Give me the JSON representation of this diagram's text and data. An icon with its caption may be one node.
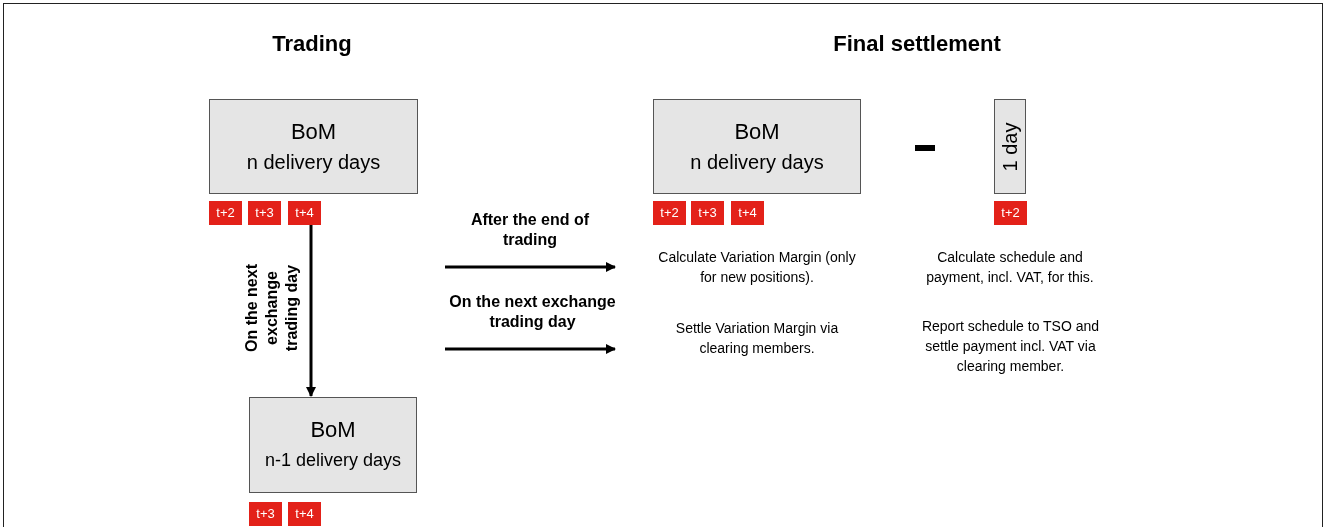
{
  "diagram": {
    "nodes": [
      {
        "text": [
          "BoM",
          "n delivery days"
        ]
      },
      {
        "text": [
          "t+2"
        ]
      },
      {
        "text": [
          "t+3"
        ]
      },
      {
        "text": [
          "t+4"
        ]
      },
      {
        "text": [
          "BoM",
          "n-1 delivery days"
        ]
      },
      {
        "text": [
          "t+3"
        ]
      },
      {
        "text": [
          "t+4"
        ]
      },
      {
        "text": [
          "BoM",
          "n delivery days"
        ]
      },
      {
        "text": [
          "t+2"
        ]
      },
      {
        "text": [
          "t+3"
        ]
      },
      {
        "text": [
          "t+4"
        ]
      },
      {
        "text": [
          "1 day"
        ]
      },
      {
        "text": [
          "t+2"
        ]
      },
      {
        "text": [
          "Calculate Variation Margin (only for new positions)."
        ]
      },
      {
        "text": [
          "Calculate schedule and payment, incl. VAT, for this."
        ]
      },
      {
        "text": [
          "Settle Variation Margin via clearing members."
        ]
      },
      {
        "text": [
          "Report schedule to TSO and settle payment incl. VAT via clearing member."
        ]
      }
    ],
    "edges": [
      {
        "from": 3,
        "to": 4,
        "arrow": "to",
        "label": "On the next exchange trading day"
      },
      {
        "from": null,
        "to": 13,
        "arrow": "to",
        "label": "After the end of trading"
      },
      {
        "from": null,
        "to": 15,
        "arrow": "to",
        "label": "On the next exchange trading day"
      }
    ],
    "labels": [
      "Trading",
      "Final settlement"
    ]
  }
}
